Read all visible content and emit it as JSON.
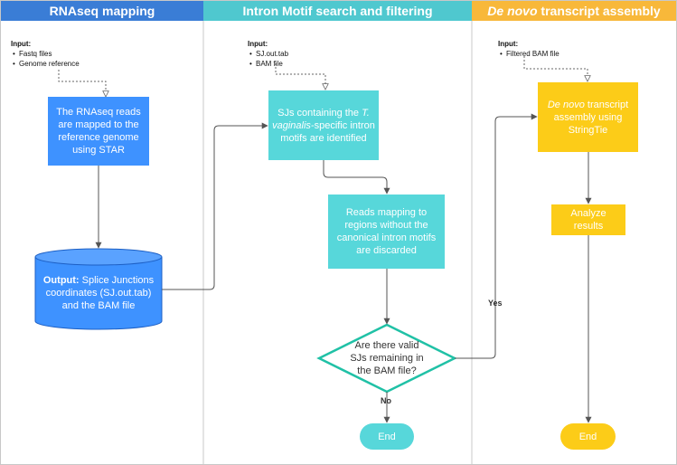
{
  "colors": {
    "header_blue": "#3a7dd6",
    "header_teal": "#4fc8cf",
    "header_orange": "#f8b83a",
    "node_blue": "#3e92ff",
    "node_teal": "#57d7da",
    "node_yellow": "#fccc18",
    "decision_border": "#20c1a6",
    "lane_border": "#c8c8c8",
    "arrow": "#555555"
  },
  "lanes": [
    {
      "title": "RNAseq mapping"
    },
    {
      "title": "Intron Motif search and filtering"
    },
    {
      "title_italic": "De novo",
      "title_rest": " transcript assembly"
    }
  ],
  "inputs": {
    "mapping": {
      "title": "Input:",
      "items": [
        "Fastq files",
        "Genome reference"
      ]
    },
    "intron": {
      "title": "Input:",
      "items": [
        "SJ.out.tab",
        "BAM file"
      ]
    },
    "assembly": {
      "title": "Input:",
      "items": [
        "Filtered BAM file"
      ]
    }
  },
  "nodes": {
    "star": {
      "text": "The RNAseq reads are mapped to the reference genome using STAR"
    },
    "output": {
      "label": "Output:",
      "text": " Splice Junctions coordinates (SJ.out.tab) and the BAM file"
    },
    "sjs": {
      "pre": "SJs containing the ",
      "italic": "T. vaginalis",
      "post": "-specific intron motifs are identified"
    },
    "discard": {
      "text": "Reads mapping to regions without the canonical intron motifs are discarded"
    },
    "decision": {
      "text": "Are there valid SJs remaining in the BAM file?"
    },
    "end_teal": {
      "text": "End"
    },
    "denovo": {
      "italic": "De novo",
      "post": " transcript assembly using StringTie"
    },
    "analyze": {
      "text": "Analyze results"
    },
    "end_yellow": {
      "text": "End"
    }
  },
  "edges": {
    "yes": "Yes",
    "no": "No"
  }
}
